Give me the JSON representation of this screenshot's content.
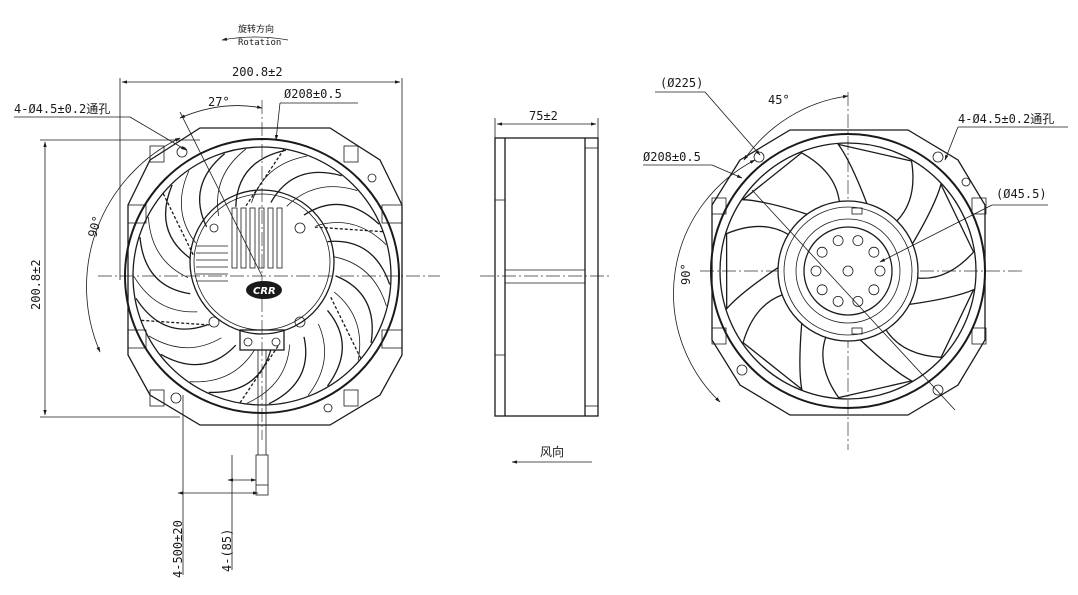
{
  "front_view": {
    "rotation_label_cn": "旋转方向",
    "rotation_label_en": "Rotation",
    "width_dim": "200.8±2",
    "height_dim": "200.8±2",
    "angle_27": "27°",
    "angle_90": "90°",
    "mount_holes": "4-Ø4.5±0.2通孔",
    "diameter_208": "Ø208±0.5",
    "lead_length": "4-500±20",
    "strip_length": "4-(85)"
  },
  "side_view": {
    "depth_dim": "75±2",
    "airflow_label": "风向"
  },
  "rear_view": {
    "diameter_225": "(Ø225)",
    "angle_45": "45°",
    "mount_holes": "4-Ø4.5±0.2通孔",
    "diameter_208": "Ø208±0.5",
    "hub_diameter": "(Ø45.5)",
    "angle_90": "90°"
  }
}
